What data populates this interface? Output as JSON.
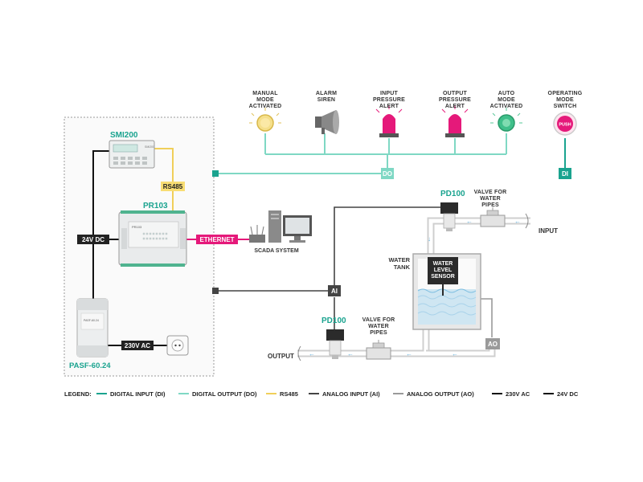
{
  "indicators": {
    "manual_mode": [
      "MANUAL",
      "MODE",
      "ACTIVATED"
    ],
    "alarm_siren": [
      "ALARM",
      "SIREN"
    ],
    "input_pressure": [
      "INPUT",
      "PRESSURE",
      "ALERT"
    ],
    "output_pressure": [
      "OUTPUT",
      "PRESSURE",
      "ALERT"
    ],
    "auto_mode": [
      "AUTO",
      "MODE",
      "ACTIVATED"
    ],
    "operating_switch": [
      "OPERATING",
      "MODE",
      "SWITCH"
    ],
    "push_label": "PUSH"
  },
  "devices": {
    "smi200": "SMI200",
    "smi200_tag": "SMI200",
    "pr103": "PR103",
    "pr103_tag": "PR103",
    "pasf": "PASF-60.24",
    "pasf_tag": "PASF-60.24",
    "scada": "SCADA SYSTEM",
    "pd100_top": "PD100",
    "pd100_bottom": "PD100",
    "valve_top": [
      "VALVE FOR",
      "WATER",
      "PIPES"
    ],
    "valve_bottom": [
      "VALVE FOR",
      "WATER",
      "PIPES"
    ],
    "water_tank": [
      "WATER",
      "TANK"
    ],
    "level_sensor": [
      "WATER",
      "LEVEL",
      "SENSOR"
    ],
    "input_pipe": "INPUT",
    "output_pipe": "OUTPUT"
  },
  "tags": {
    "rs485": "RS485",
    "ethernet": "ETHERNET",
    "dc24": "24V DC",
    "ac230": "230V AC",
    "do": "DO",
    "di": "DI",
    "ai": "AI",
    "ao": "AO"
  },
  "legend": {
    "title": "LEGEND:",
    "items": [
      {
        "label": "DIGITAL INPUT (DI)",
        "color": "#1aa38f"
      },
      {
        "label": "DIGITAL OUTPUT (DO)",
        "color": "#7fd8c4"
      },
      {
        "label": "RS485",
        "color": "#f0cf5a"
      },
      {
        "label": "ANALOG INPUT (AI)",
        "color": "#444444"
      },
      {
        "label": "ANALOG OUTPUT (AO)",
        "color": "#9a9a9a"
      },
      {
        "label": "230V AC",
        "color": "#111111"
      },
      {
        "label": "24V DC",
        "color": "#111111"
      }
    ]
  },
  "colors": {
    "teal": "#1aa38f",
    "light_teal": "#7fd8c4",
    "magenta": "#e5197a",
    "rs485_yellow": "#f0cf5a",
    "water": "#cfe6f2"
  }
}
